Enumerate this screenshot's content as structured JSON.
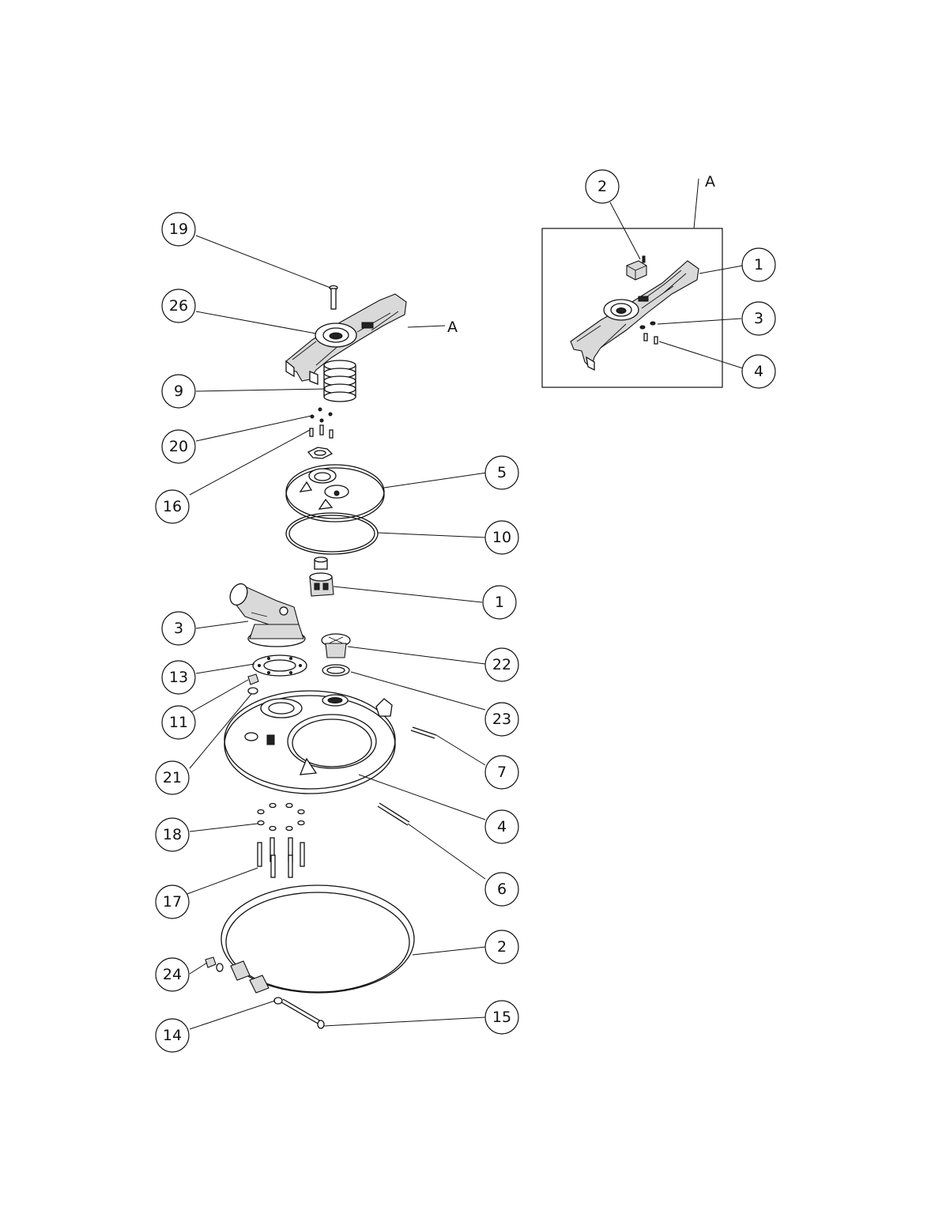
{
  "main_callouts": [
    "19",
    "26",
    "9",
    "20",
    "16",
    "5",
    "10",
    "1",
    "3",
    "22",
    "13",
    "23",
    "11",
    "21",
    "7",
    "4",
    "18",
    "6",
    "17",
    "2",
    "24",
    "15",
    "14"
  ],
  "detail_callouts": [
    "2",
    "1",
    "3",
    "4"
  ],
  "view_label_main": "A",
  "view_label_detail": "A"
}
